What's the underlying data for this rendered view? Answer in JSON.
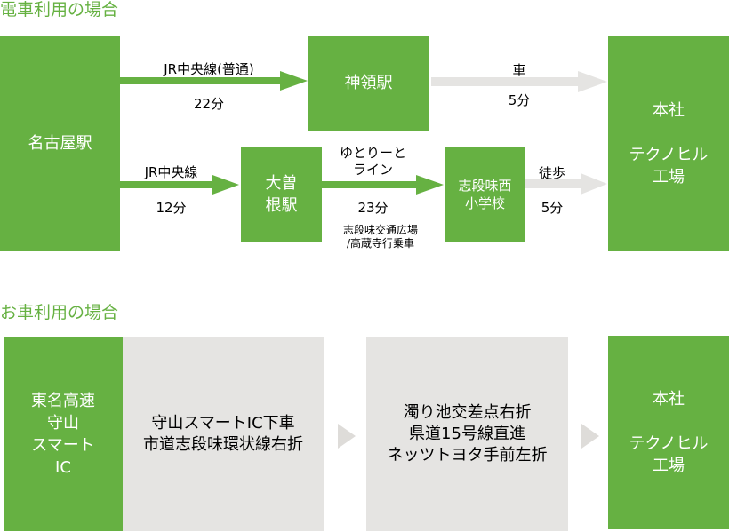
{
  "train": {
    "heading": "電車利用の場合",
    "origin": "名古屋駅",
    "destination": "本社\n\nテクノヒル\n工場",
    "upper": {
      "line_label": "JR中央線(普通)",
      "line_time": "22分",
      "station": "神領駅",
      "transfer_label": "車",
      "transfer_time": "5分"
    },
    "lower": {
      "line_label": "JR中央線",
      "line_time": "12分",
      "station": "大曽\n根駅",
      "guideway_label": "ゆとりーと\nライン",
      "guideway_time": "23分",
      "guideway_note": "志段味交通広場\n/高蔵寺行乗車",
      "stop": "志段味西\n小学校",
      "walk_label": "徒歩",
      "walk_time": "5分"
    }
  },
  "car": {
    "heading": "お車利用の場合",
    "origin": "東名高速\n守山\nスマート\nIC",
    "step1": "守山スマートIC下車\n市道志段味環状線右折",
    "step2": "濁り池交差点右折\n県道15号線直進\nネッツトヨタ手前左折",
    "destination": "本社\n\nテクノヒル\n工場"
  },
  "colors": {
    "green": "#66b142",
    "gray": "#e5e4e2",
    "chevron": "#dedcd9"
  }
}
